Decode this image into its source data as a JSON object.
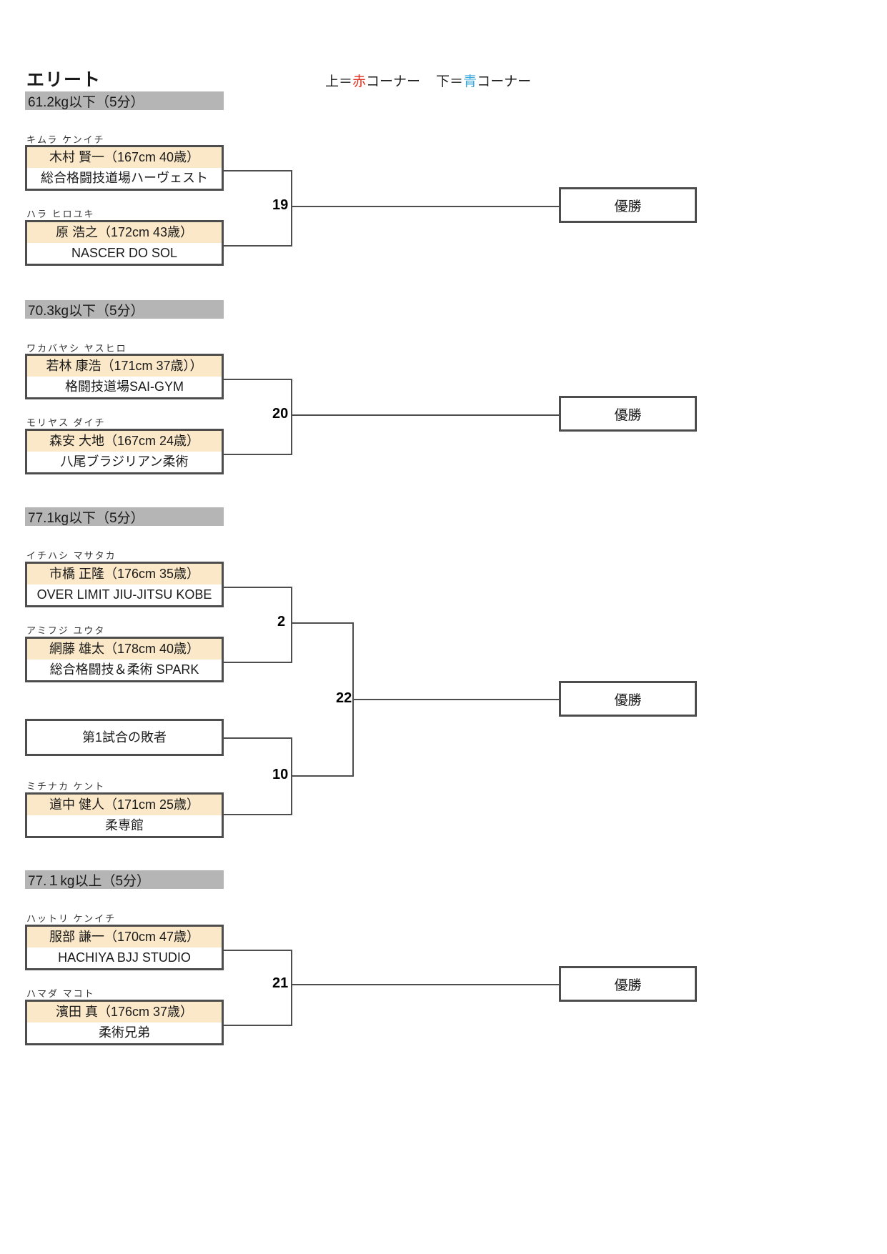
{
  "header": {
    "title": "エリート",
    "legend": {
      "upper_prefix": "上＝",
      "upper_color_word": "赤",
      "upper_suffix": "コーナー",
      "lower_prefix": "下＝",
      "lower_color_word": "青",
      "lower_suffix": "コーナー",
      "red_hex": "#e03020",
      "blue_hex": "#3aa8d8"
    }
  },
  "colors": {
    "class_bar_bg": "#b5b5b5",
    "name_row_bg": "#fbe8c8",
    "border": "#4d4d4d",
    "page_bg": "#ffffff"
  },
  "champion_label": "優勝",
  "divisions": [
    {
      "class_label": "61.2kg以下（5分）",
      "competitors": [
        {
          "kana": "キムラ ケンイチ",
          "name": "木村 賢一（167cm 40歳）",
          "gym": "総合格闘技道場ハーヴェスト"
        },
        {
          "kana": "ハラ ヒロユキ",
          "name": "原 浩之（172cm 43歳）",
          "gym": "NASCER DO SOL"
        }
      ],
      "match_numbers": [
        "19"
      ]
    },
    {
      "class_label": "70.3kg以下（5分）",
      "competitors": [
        {
          "kana": "ワカバヤシ ヤスヒロ",
          "name": "若林 康浩（171cm 37歳））",
          "gym": "格闘技道場SAI-GYM"
        },
        {
          "kana": "モリヤス ダイチ",
          "name": "森安 大地（167cm 24歳）",
          "gym": "八尾ブラジリアン柔術"
        }
      ],
      "match_numbers": [
        "20"
      ]
    },
    {
      "class_label": "77.1kg以下（5分）",
      "competitors": [
        {
          "kana": "イチハシ マサタカ",
          "name": "市橋 正隆（176cm 35歳）",
          "gym": "OVER LIMIT JIU-JITSU KOBE"
        },
        {
          "kana": "アミフジ ユウタ",
          "name": "網藤 雄太（178cm 40歳）",
          "gym": "総合格闘技＆柔術 SPARK"
        },
        {
          "kana": "",
          "name": "第1試合の敗者",
          "gym": ""
        },
        {
          "kana": "ミチナカ ケント",
          "name": "道中 健人（171cm 25歳）",
          "gym": "柔専館"
        }
      ],
      "match_numbers": [
        "2",
        "10",
        "22"
      ]
    },
    {
      "class_label": "77.１kg以上（5分）",
      "competitors": [
        {
          "kana": "ハットリ ケンイチ",
          "name": "服部 謙一（170cm 47歳）",
          "gym": "HACHIYA BJJ STUDIO"
        },
        {
          "kana": "ハマダ マコト",
          "name": "濱田 真（176cm 37歳）",
          "gym": "柔術兄弟"
        }
      ],
      "match_numbers": [
        "21"
      ]
    }
  ]
}
